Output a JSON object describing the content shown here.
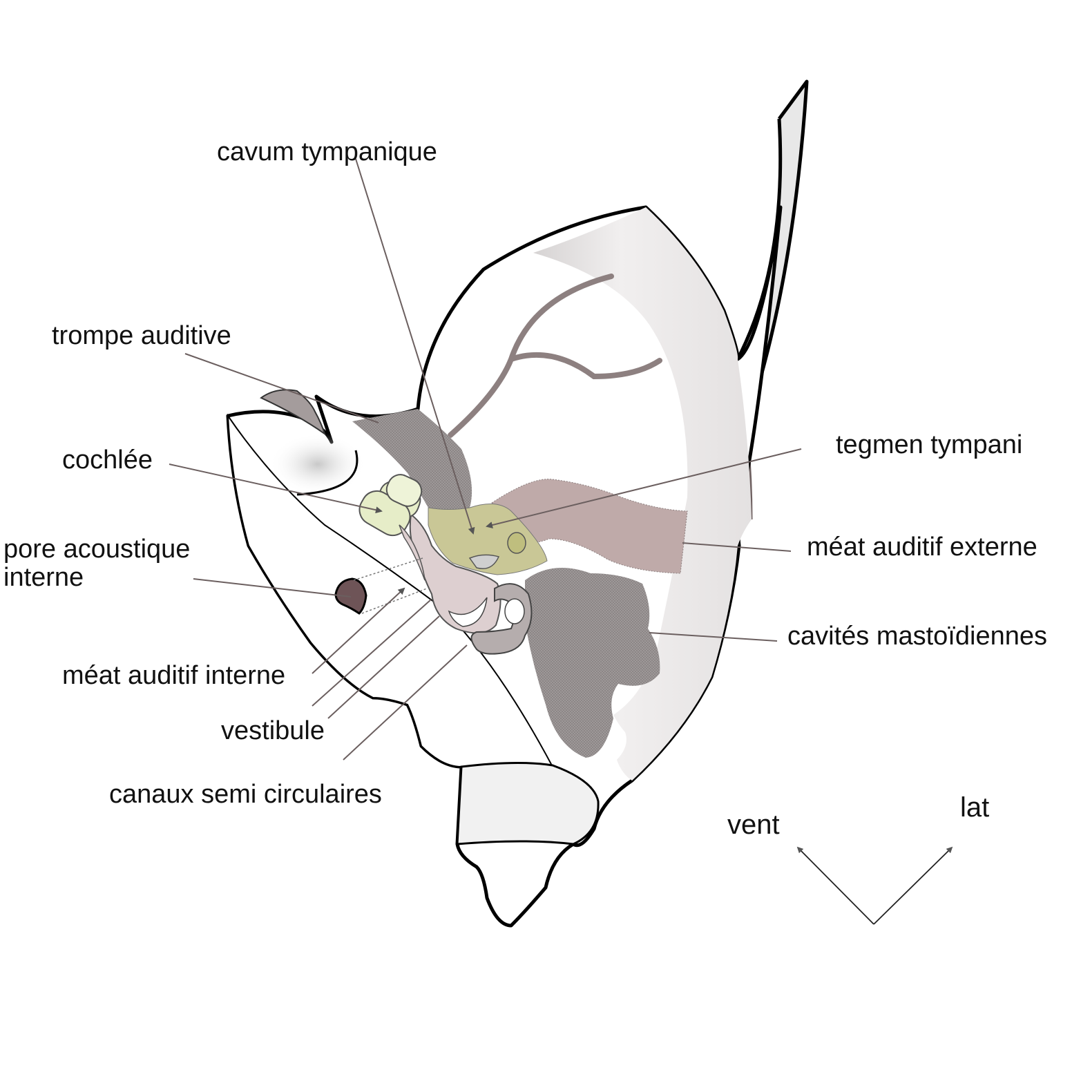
{
  "labels": {
    "cavum_tympanique": "cavum tympanique",
    "trompe_auditive": "trompe auditive",
    "cochlee": "cochlée",
    "pore_acoustique_line1": "pore acoustique",
    "pore_acoustique_line2": "interne",
    "meat_auditif_interne": "méat auditif interne",
    "vestibule": "vestibule",
    "canaux_semi_circulaires": "canaux semi circulaires",
    "tegmen_tympani": "tegmen tympani",
    "meat_auditif_externe": "méat auditif externe",
    "cavites_mastoidiennes": "cavités mastoïdiennes"
  },
  "orientation": {
    "vent": "vent",
    "lat": "lat"
  },
  "colors": {
    "bone_light": "#ece9e9",
    "cavity_gray": "#9a9595",
    "tympanic_olive": "#c9c796",
    "canal_pink": "#bfaaa9",
    "vestibule_pink": "#ddcfd0",
    "cochlea_green": "#e6edc8",
    "pore_dark": "#6e5457",
    "nerve_brown": "#8d8080",
    "leader_line": "#6b5f5f"
  }
}
